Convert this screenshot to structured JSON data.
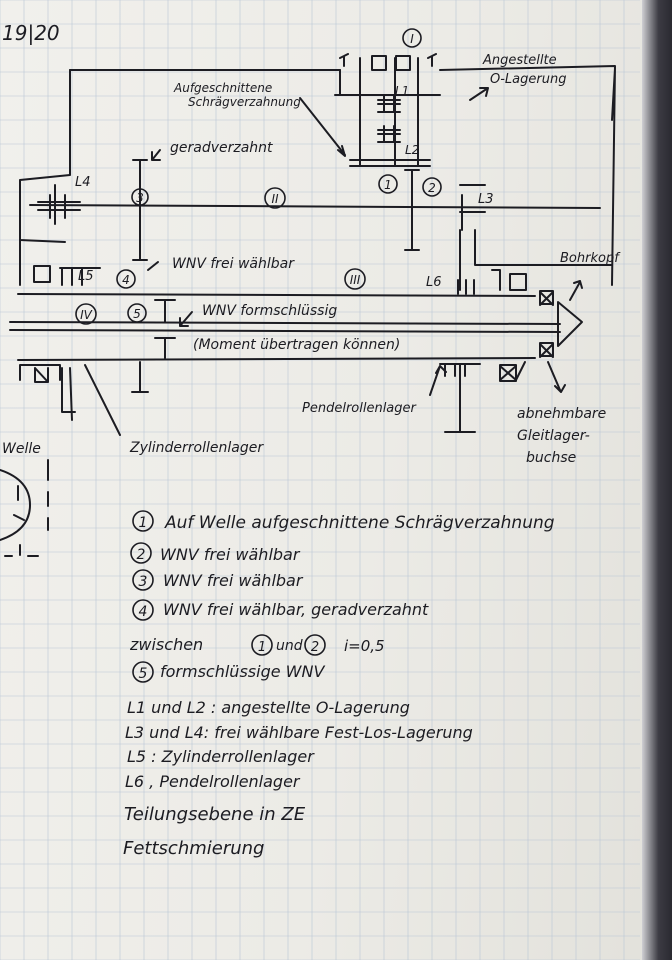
{
  "page_number": "19|20",
  "labels": {
    "L1": "L1",
    "L2": "L2",
    "L3": "L3",
    "L4": "L4",
    "L5": "L5",
    "L6": "L6",
    "angestellte": [
      "Angestellte",
      "O-Lagerung"
    ],
    "aufgeschnittene": [
      "Aufgeschnittene",
      "Schrägverzahnung"
    ],
    "geradverzahnt": "geradverzahnt",
    "wnv_frei": "WNV frei wählbar",
    "wnv_formschluessig": "WNV formschlüssig",
    "moment": "(Moment übertragen können)",
    "bohrkopf": "Bohrkopf",
    "pendelrollenlager": "Pendelrollenlager",
    "abnehmbare": [
      "abnehmbare",
      "Gleitlager-",
      "buchse"
    ],
    "zylinderrollenlager": "Zylinderrollenlager",
    "welle": "Welle"
  },
  "circled": {
    "I": "I",
    "II": "II",
    "III": "III",
    "IV": "IV",
    "n1": "1",
    "n2": "2",
    "n3": "3",
    "n4": "4",
    "n5": "5"
  },
  "notes": [
    {
      "num": "1",
      "text": "Auf Welle aufgeschnittene Schrägverzahnung"
    },
    {
      "num": "2",
      "text": "WNV frei wählbar"
    },
    {
      "num": "3",
      "text": "WNV frei wählbar"
    },
    {
      "num": "4",
      "text": "WNV frei wählbar, geradverzahnt"
    },
    {
      "pre": "zwischen",
      "a": "1",
      "mid": "und",
      "b": "2",
      "post": "i=0,5"
    },
    {
      "num": "5",
      "text": "formschlüssige WNV"
    }
  ],
  "bearing_notes": [
    "L1 und L2 : angestellte O-Lagerung",
    "L3 und L4: frei wählbare Fest-Los-Lagerung",
    "L5 : Zylinderrollenlager",
    "L6 , Pendelrollenlager",
    "Teilungsebene in ZE",
    "Fettschmierung"
  ]
}
